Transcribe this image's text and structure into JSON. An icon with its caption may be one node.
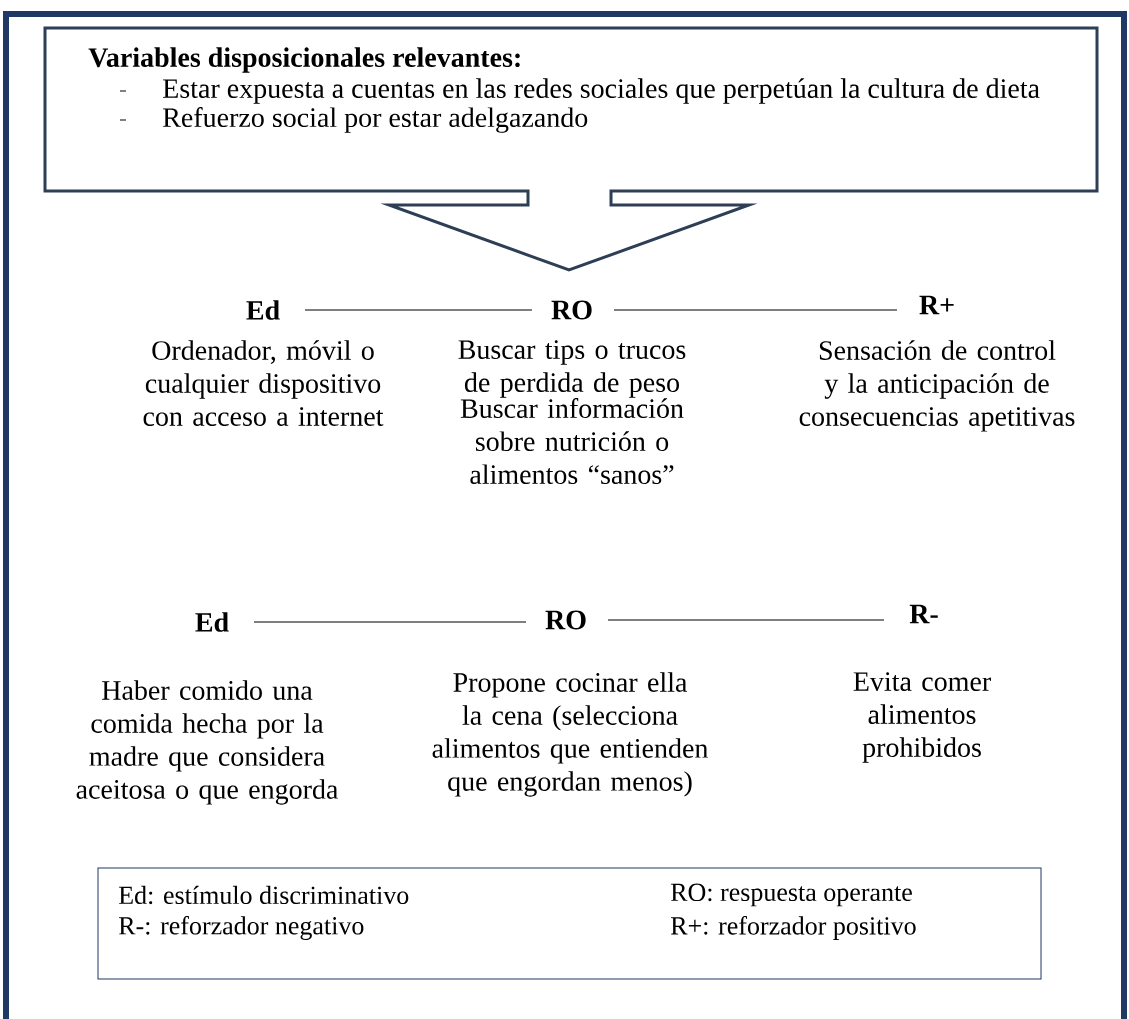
{
  "diagram": {
    "nodes": [
      {
        "text": [
          "Variables disposicionales relevantes:",
          "Estar expuesta a cuentas en las redes sociales que perpetúan la cultura de dieta",
          "Refuerzo social por estar adelgazando"
        ]
      },
      {
        "text": [
          "Ed"
        ],
        "beside": [
          "Ordenador, móvil o cualquier dispositivo con acceso a internet"
        ]
      },
      {
        "text": [
          "RO"
        ],
        "beside": [
          "Buscar tips o trucos de perdida de peso",
          "Buscar información sobre nutrición o alimentos “sanos”"
        ]
      },
      {
        "text": [
          "R+"
        ],
        "beside": [
          "Sensación de control y la anticipación de consecuencias apetitivas"
        ]
      },
      {
        "text": [
          "Ed"
        ],
        "beside": [
          "Haber comido una comida hecha por la madre que considera aceitosa o que engorda"
        ]
      },
      {
        "text": [
          "RO"
        ],
        "beside": [
          "Propone cocinar ella la cena (selecciona alimentos que entienden que engordan menos)"
        ]
      },
      {
        "text": [
          "R-"
        ],
        "beside": [
          "Evita comer alimentos prohibidos"
        ]
      },
      {
        "text": [
          "Ed: estímulo discriminativo",
          "RO: respuesta operante",
          "R-: reforzador negativo",
          "R+: reforzador positivo"
        ]
      }
    ],
    "edges": [
      {
        "from": 1,
        "to": 2,
        "arrow": "none"
      },
      {
        "from": 2,
        "to": 3,
        "arrow": "none"
      },
      {
        "from": 4,
        "to": 5,
        "arrow": "none"
      },
      {
        "from": 5,
        "to": 6,
        "arrow": "none"
      }
    ]
  }
}
